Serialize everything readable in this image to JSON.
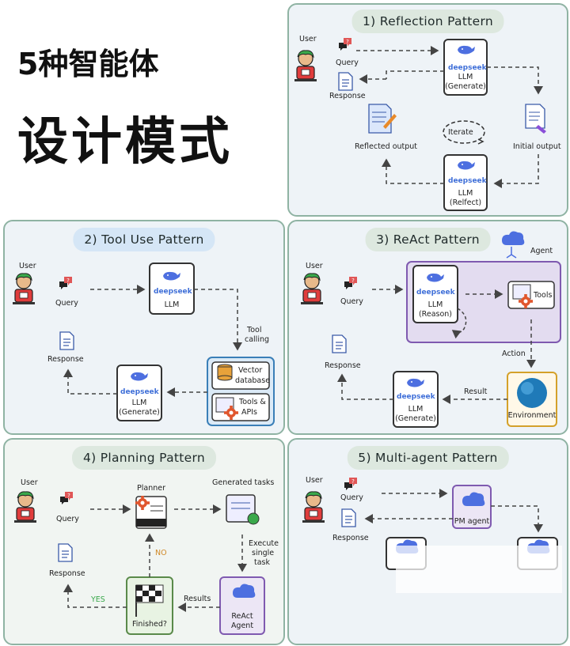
{
  "header": {
    "line1": "5种智能体",
    "line2": "设计模式"
  },
  "common": {
    "user": "User",
    "query": "Query",
    "response": "Response",
    "brand": "deepseek",
    "llm": "LLM"
  },
  "p1": {
    "title": "1) Reflection Pattern",
    "generate": "(Generate)",
    "reflect": "(Relfect)",
    "iterate": "Iterate",
    "initial_output": "Initial output",
    "reflected_output": "Reflected output"
  },
  "p2": {
    "title": "2) Tool Use Pattern",
    "tool_calling": [
      "Tool",
      "calling"
    ],
    "vector_db": [
      "Vector",
      "database"
    ],
    "tools_apis": [
      "Tools &",
      "APIs"
    ],
    "generate": "(Generate)"
  },
  "p3": {
    "title": "3) ReAct Pattern",
    "agent": "Agent",
    "reason": "(Reason)",
    "tools": "Tools",
    "action": "Action",
    "result": "Result",
    "environment": "Environment",
    "generate": "(Generate)"
  },
  "p4": {
    "title": "4) Planning Pattern",
    "planner": "Planner",
    "generated_tasks": "Generated tasks",
    "execute": [
      "Execute",
      "single",
      "task"
    ],
    "no": "NO",
    "yes": "YES",
    "results": "Results",
    "finished": "Finished?",
    "react_agent": [
      "ReAct",
      "Agent"
    ]
  },
  "p5": {
    "title": "5) Multi-agent Pattern",
    "pm_agent": "PM agent"
  }
}
